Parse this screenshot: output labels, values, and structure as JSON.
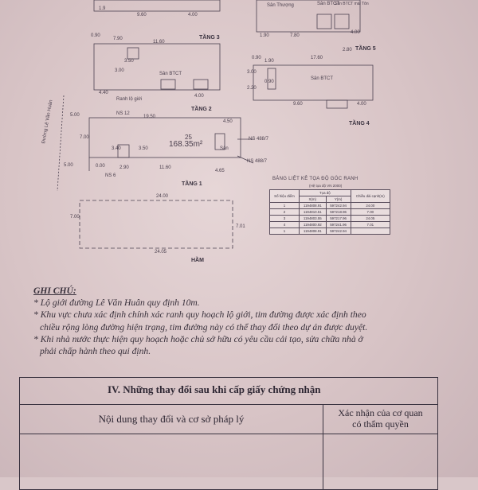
{
  "floor3": {
    "top_dim_left": "1.9",
    "top_dim_mid": "9.60",
    "top_dim_right": "4.00",
    "dims": [
      "0.90",
      "7.90",
      "11.60",
      "3.50",
      "3.00",
      "4.40",
      "4.00"
    ],
    "room": "Sân BTCT",
    "label": "TẦNG 3",
    "ranh": "Ranh lộ giới"
  },
  "floor5": {
    "room_a": "Sân Thượng",
    "room_b": "Sân BTCT",
    "room_c": "Sân BTCT mái Tôn",
    "dims": [
      "1.90",
      "7.80",
      "2.80",
      "4.00"
    ],
    "label": "TẦNG 5"
  },
  "floor4": {
    "dims": [
      "0.90",
      "1.90",
      "17.60",
      "3.00",
      "2.20",
      "0.90",
      "9.60",
      "4.00"
    ],
    "room": "Sân BTCT",
    "label": "TẦNG 4"
  },
  "floor2": {
    "dims": [
      "5.00",
      "NS 12",
      "19.50",
      "4.50",
      "7.00",
      "3.40",
      "3.50",
      "NS 488/7"
    ],
    "area_id": "25",
    "area": "168.35m²",
    "room": "Sân",
    "label": "TẦNG 2",
    "bottom_dims": [
      "5.00",
      "0.00",
      "2.90",
      "11.60",
      "4.65",
      "NS 488/7",
      "NS 6"
    ]
  },
  "floor1": {
    "dims": [
      "24.00",
      "7.00",
      "7.01",
      "24.05"
    ],
    "label": "TẦNG 1"
  },
  "basement": {
    "label": "HẦM"
  },
  "road": "Đường Lê Văn Huân",
  "coord_table": {
    "title": "BẢNG LIỆT KÊ TỌA ĐỘ GÓC RANH",
    "subtitle": "(Hệ tọa độ VN 2000)",
    "headers": [
      "Số hiệu điểm",
      "X(m)",
      "Y(m)",
      "Chiều dài cạnh(m)"
    ],
    "group_header": "Tọa độ",
    "rows": [
      [
        "1",
        "1194808.91",
        "597242.94",
        "24.00"
      ],
      [
        "2",
        "1194810.51",
        "597218.96",
        "7.00"
      ],
      [
        "3",
        "1194803.55",
        "597217.96",
        "24.05"
      ],
      [
        "4",
        "1194800.92",
        "597241.96",
        "7.01"
      ],
      [
        "1",
        "1194808.91",
        "597242.94",
        ""
      ]
    ]
  },
  "notes": {
    "heading": "GHI CHÚ:",
    "lines": [
      "* Lộ giới đường Lê Văn Huân quy định 10m.",
      "* Khu vực chưa xác định chính xác ranh quy hoạch lộ giới, tim đường được xác định theo",
      "chiều rộng lòng đường hiện trạng, tim đường này có thể thay đổi theo dự án được duyệt.",
      "* Khi nhà nước thực hiện quy hoạch hoặc chủ sở hữu có yêu cầu cải tạo, sửa chữa nhà ở",
      "phải chấp hành theo qui định."
    ]
  },
  "changes": {
    "title": "IV. Những thay đổi sau khi cấp giấy chứng nhận",
    "col1": "Nội dung thay đổi và cơ sở pháp lý",
    "col2_line1": "Xác nhận của cơ quan",
    "col2_line2": "có thẩm quyền"
  }
}
